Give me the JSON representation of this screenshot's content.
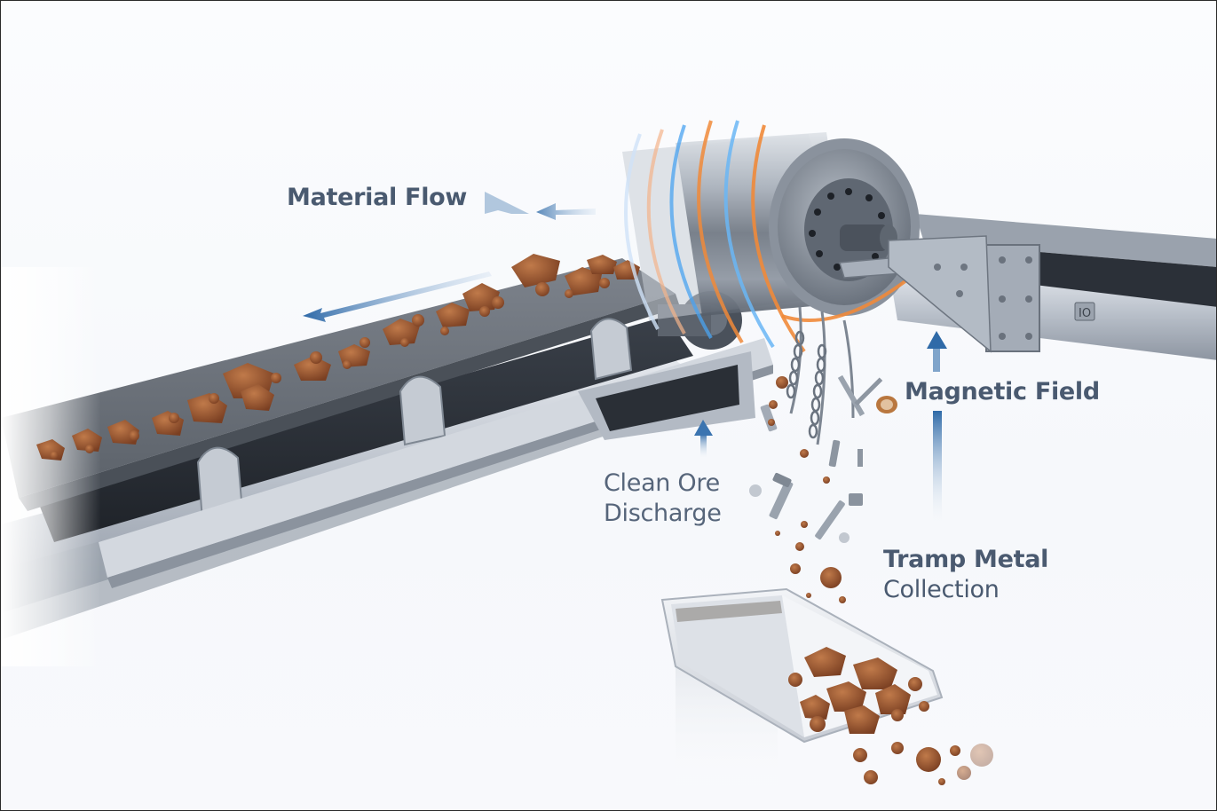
{
  "diagram": {
    "title": "Magnetic head pulley tramp metal separation on conveyor",
    "labels": {
      "material_flow": "Material Flow",
      "magnetic_field": "Magnetic Field",
      "clean_ore": {
        "line1": "Clean Ore",
        "line2": "Discharge"
      },
      "tramp_metal": {
        "line1": "Tramp Metal",
        "line2": "Collection"
      }
    },
    "components": [
      {
        "id": "conveyor-belt",
        "name": "Conveyor belt carrying ore"
      },
      {
        "id": "magnetic-pulley",
        "name": "Magnetic head pulley"
      },
      {
        "id": "magnetic-field-rings",
        "name": "Magnetic field rings"
      },
      {
        "id": "support-arm",
        "name": "Pulley support arm"
      },
      {
        "id": "tramp-metal-stream",
        "name": "Falling tramp metal (bolts, chains, nails)"
      },
      {
        "id": "collection-hopper",
        "name": "Collection hopper with ore"
      }
    ],
    "arrows": [
      {
        "id": "material-flow-arrow",
        "direction": "left"
      },
      {
        "id": "clean-ore-arrow",
        "direction": "up"
      },
      {
        "id": "magnetic-field-arrow",
        "direction": "up"
      }
    ],
    "colors": {
      "label_text": "#4e5d72",
      "arrow_blue": "#2f6aa8",
      "ore_brown": "#9b5a34",
      "steel": "#8e97a4",
      "field_orange": "#f08a3a",
      "field_blue": "#4aa3f0"
    }
  }
}
